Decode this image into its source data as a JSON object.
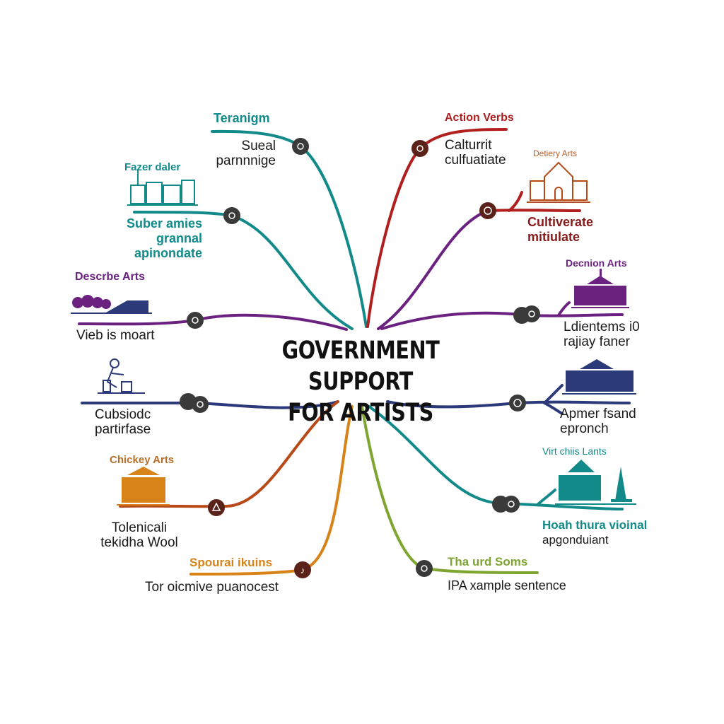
{
  "title": [
    "GOVERNMENT SUPPORT",
    "FOR ARTISTS"
  ],
  "colors": {
    "teal": "#138a8a",
    "red": "#b01e1e",
    "purple": "#6a2180",
    "navy": "#2c3a7a",
    "brown": "#b84a18",
    "orange": "#d88318",
    "green": "#7fa531",
    "node": "#3a3a3a"
  },
  "branches": [
    {
      "heading": "Teranigm",
      "text": [
        "Sueal",
        "parnnnige"
      ],
      "color": "teal",
      "node_icon": "ear-icon"
    },
    {
      "heading": "Fazer daler",
      "text": [
        "Suber amies",
        "grannal",
        "apinondate"
      ],
      "color": "teal",
      "node_icon": "cloud-icon",
      "illustration": "city-buildings-icon"
    },
    {
      "heading": "Descrbe Arts",
      "text": [
        "Vieb is moart"
      ],
      "color": "purple",
      "node_icon": "leaf-icon",
      "illustration": "trees-building-icon"
    },
    {
      "heading": "",
      "text": [
        "Cubsiodc",
        "partirfase"
      ],
      "color": "navy",
      "node_icon": "tools-icon",
      "illustration": "sculptor-icon"
    },
    {
      "heading": "Chickey Arts",
      "text": [
        "Tolenicali",
        "tekidha Wool"
      ],
      "color": "brown",
      "node_icon": "triangle-icon",
      "illustration": "temple-icon"
    },
    {
      "heading": "Spourai ikuins",
      "text": [
        "Tor oicmive puanocest"
      ],
      "color": "orange",
      "node_icon": "music-note-icon"
    },
    {
      "heading": "Action Verbs",
      "text": [
        "Calturrit",
        "culfuatiate"
      ],
      "color": "red",
      "node_icon": "hand-icon"
    },
    {
      "heading": "Detiery Arts",
      "text": [
        "Cultiverate",
        "mitiulate"
      ],
      "color": "red",
      "node_icon": "clock-icon",
      "illustration": "church-icon"
    },
    {
      "heading": "Decnion Arts",
      "text": [
        "Ldientems i0",
        "rajiay faner"
      ],
      "color": "purple",
      "node_icon": "chat-icon",
      "illustration": "hall-icon"
    },
    {
      "heading": "",
      "text": [
        "Apmer fsand",
        "epronch"
      ],
      "color": "navy",
      "node_icon": "globe-icon",
      "illustration": "government-building-icon"
    },
    {
      "heading": "Virt chiis Lants",
      "text": [
        "Hoah thura vioinal",
        "apgonduiant"
      ],
      "color": "teal",
      "node_icon": "letter-icon",
      "illustration": "capitol-monument-icon"
    },
    {
      "heading": "Tha urd Soms",
      "text": [
        "IPA xample sentence"
      ],
      "color": "green",
      "node_icon": "bell-icon"
    }
  ]
}
